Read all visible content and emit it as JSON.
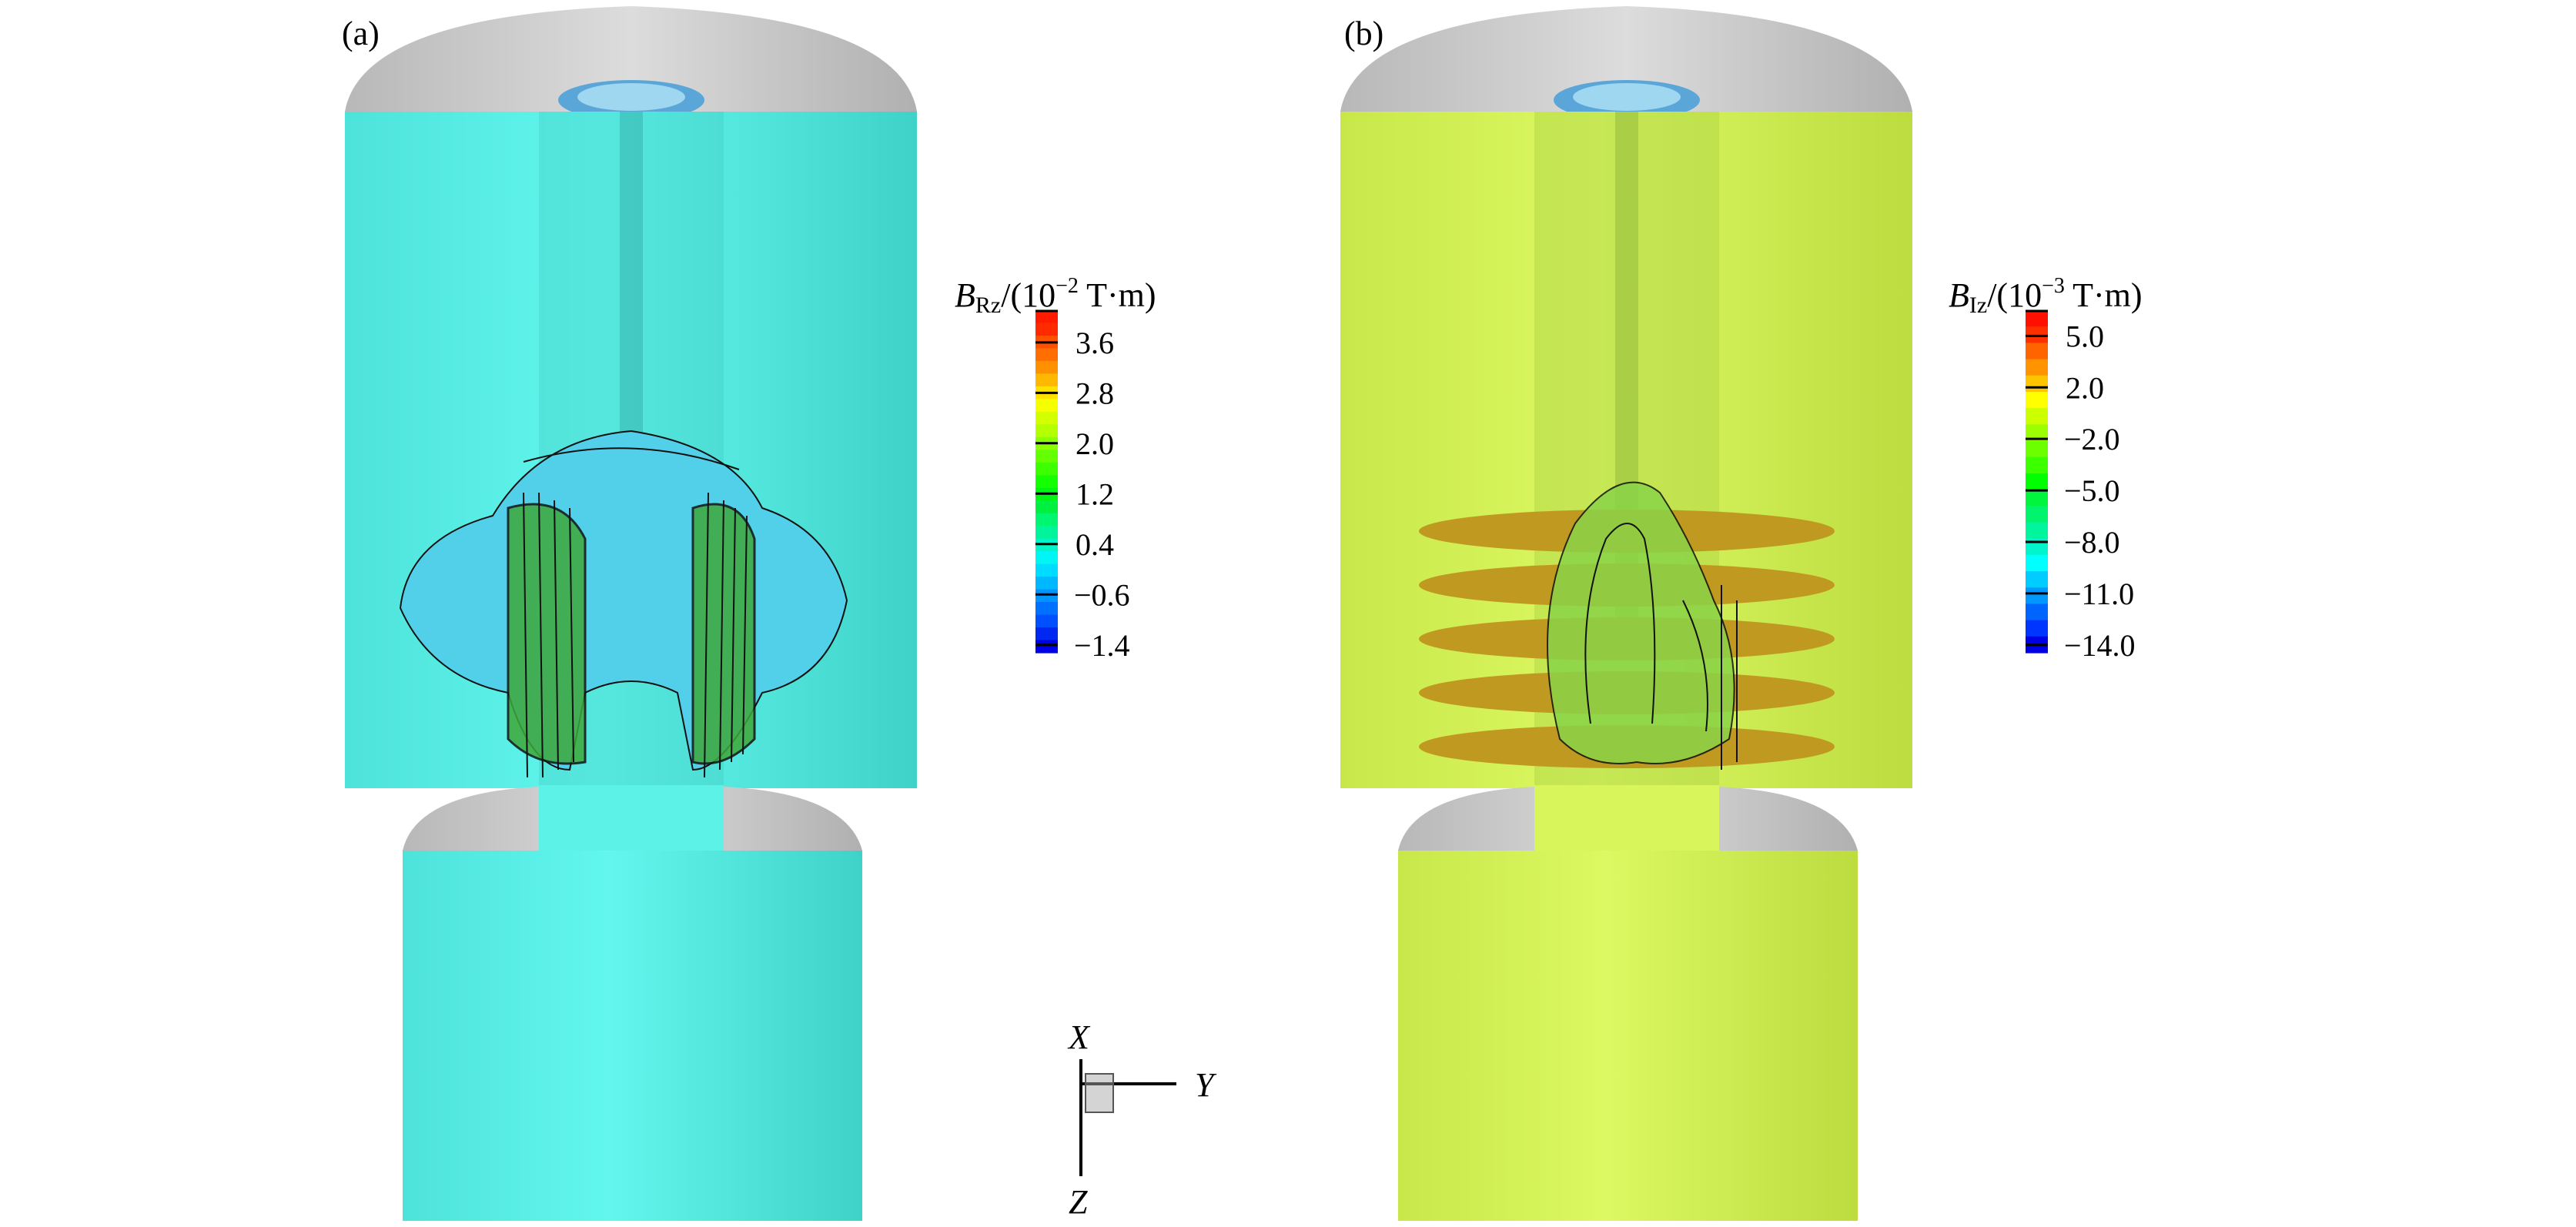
{
  "panels": [
    {
      "label": "(a)",
      "body_color": "#5cf2e8",
      "body_shade": "#3fd6cc",
      "contour_fill": "#4fd3ea",
      "core_fill": "#3fae3a",
      "colorbar": {
        "title_symbol": "B",
        "title_sub": "Rz",
        "title_unit_prefix": "/(10",
        "title_exp": "−2",
        "title_unit": " T·m)",
        "ticks": [
          "3.6",
          "2.8",
          "2.0",
          "1.2",
          "0.4",
          "−0.6",
          "−1.4"
        ],
        "bands": [
          "#ff1a00",
          "#ff2a00",
          "#ff5000",
          "#ff6e00",
          "#ff9000",
          "#ffb800",
          "#ffe000",
          "#f5ff00",
          "#d4ff00",
          "#b4ff00",
          "#8cff00",
          "#64ff00",
          "#3cff00",
          "#14ff00",
          "#00f510",
          "#00f040",
          "#00f570",
          "#00f59a",
          "#00f5c8",
          "#00f5f5",
          "#00dcff",
          "#00b8ff",
          "#0094ff",
          "#0070ff",
          "#0050ff",
          "#0028f0",
          "#0000e6"
        ]
      }
    },
    {
      "label": "(b)",
      "body_color": "#d9f55c",
      "body_shade": "#c3e040",
      "contour_fill": "#9ad84a",
      "core_fill": "#6cc63a",
      "colorbar": {
        "title_symbol": "B",
        "title_sub": "Iz",
        "title_unit_prefix": "/(10",
        "title_exp": "−3",
        "title_unit": " T·m)",
        "ticks": [
          "5.0",
          "2.0",
          "−2.0",
          "−5.0",
          "−8.0",
          "−11.0",
          "−14.0"
        ],
        "bands": [
          "#ff1000",
          "#ff3000",
          "#ff6400",
          "#ff9400",
          "#ffc400",
          "#ffff00",
          "#ccff00",
          "#9cff00",
          "#6cff00",
          "#3cff00",
          "#00ff00",
          "#00f53c",
          "#00f56c",
          "#00f59c",
          "#00f5cc",
          "#00ffff",
          "#00ccff",
          "#0098ff",
          "#0064ff",
          "#0034ff",
          "#0000e6"
        ]
      }
    }
  ],
  "axes_triad": {
    "x": "X",
    "y": "Y",
    "z": "Z"
  }
}
